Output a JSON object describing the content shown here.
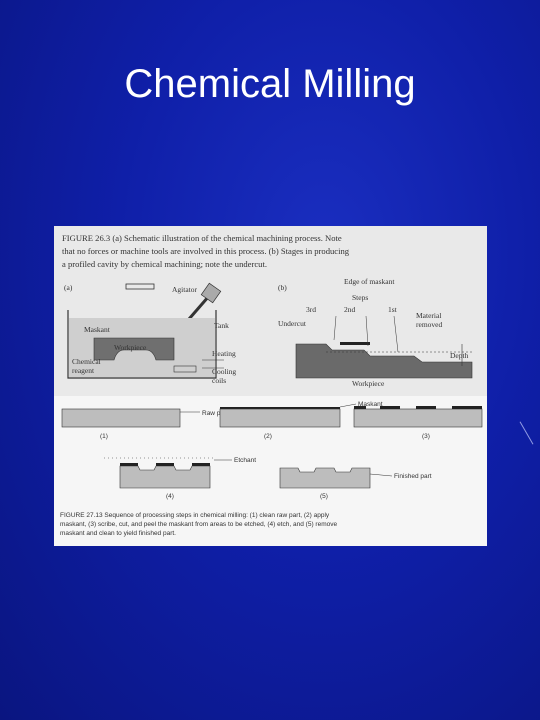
{
  "slide": {
    "title": "Chemical Milling"
  },
  "figure_a": {
    "caption_lines": [
      "FIGURE 26.3  (a) Schematic illustration of the chemical machining process. Note",
      "that no forces or machine tools are involved in this process. (b) Stages in producing",
      "a profiled cavity by chemical machining; note the undercut."
    ],
    "panel_a": "(a)",
    "panel_b": "(b)",
    "labels_a": {
      "agitator": "Agitator",
      "maskant": "Maskant",
      "tank": "Tank",
      "workpiece": "Workpiece",
      "heating": "Heating",
      "chemical": "Chemical",
      "reagent": "reagent",
      "cooling": "Cooling",
      "coils": "coils"
    },
    "labels_b": {
      "edge_of_maskant": "Edge of maskant",
      "steps": "Steps",
      "step_3rd": "3rd",
      "step_2nd": "2nd",
      "step_1st": "1st",
      "material": "Material",
      "removed": "removed",
      "undercut": "Undercut",
      "depth": "Depth",
      "workpiece": "Workpiece"
    }
  },
  "figure_b": {
    "stages": {
      "s1": "(1)",
      "s2": "(2)",
      "s3": "(3)",
      "s4": "(4)",
      "s5": "(5)"
    },
    "labels": {
      "raw_part": "Raw part",
      "maskant": "Maskant",
      "etchant": "Etchant",
      "finished_part": "Finished part"
    },
    "caption_lines": [
      "FIGURE 27.13  Sequence of processing steps in chemical milling: (1) clean raw part, (2) apply",
      "maskant, (3) scribe, cut, and peel the maskant from areas to be etched, (4) etch, and (5) remove",
      "maskant and clean to yield finished part."
    ]
  },
  "colors": {
    "background": "#0f1fa8",
    "title": "#ffffff",
    "figure_bg": "#e9e9e9"
  }
}
